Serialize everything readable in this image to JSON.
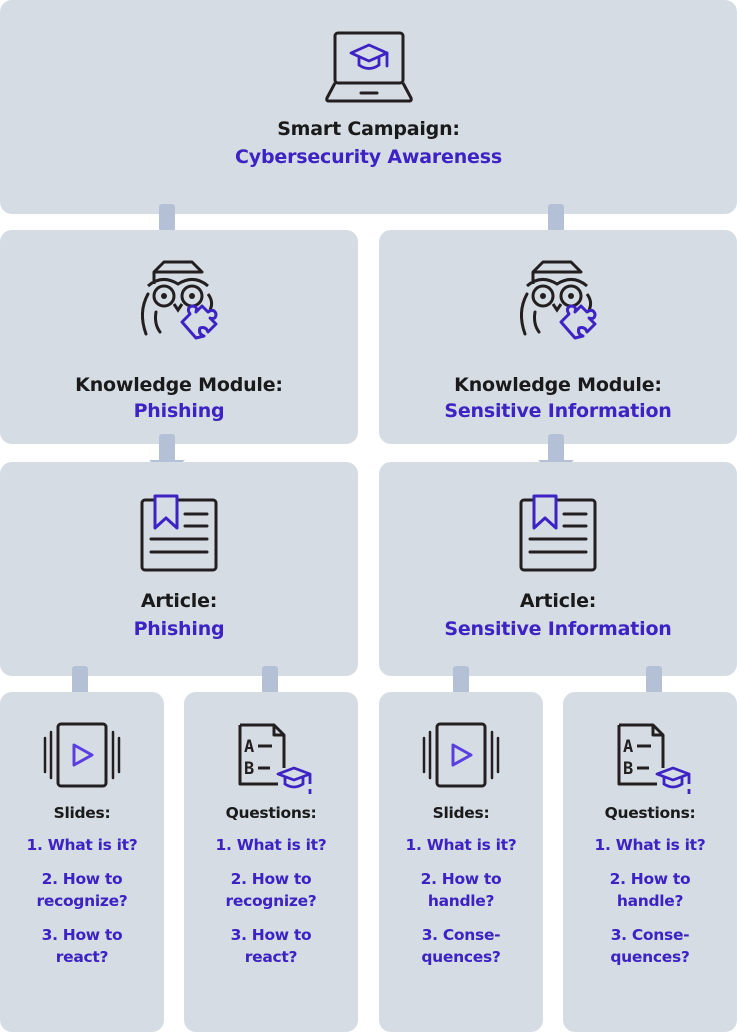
{
  "colors": {
    "box_bg": "#d5dce4",
    "arrow": "#b4c0d6",
    "accent": "#3d22c4",
    "text": "#1a1a1a"
  },
  "campaign": {
    "icon": "laptop-graduation-cap-icon",
    "title": "Smart Campaign:",
    "subtitle": "Cybersecurity Awareness"
  },
  "modules": [
    {
      "icon": "owl-puzzle-icon",
      "title": "Knowledge Module:",
      "subtitle": "Phishing",
      "article": {
        "icon": "article-bookmark-icon",
        "title": "Article:",
        "subtitle": "Phishing"
      },
      "slides": {
        "icon": "slides-play-icon",
        "title": "Slides:",
        "items": [
          "1. What is it?",
          "2. How to recognize?",
          "3. How to react?"
        ]
      },
      "questions": {
        "icon": "quiz-graduation-cap-icon",
        "title": "Questions:",
        "items": [
          "1. What is it?",
          "2. How to recognize?",
          "3. How to react?"
        ]
      }
    },
    {
      "icon": "owl-puzzle-icon",
      "title": "Knowledge Module:",
      "subtitle": "Sensitive Information",
      "article": {
        "icon": "article-bookmark-icon",
        "title": "Article:",
        "subtitle": "Sensitive Information"
      },
      "slides": {
        "icon": "slides-play-icon",
        "title": "Slides:",
        "items": [
          "1. What is it?",
          "2. How to handle?",
          "3. Conse-quences?"
        ]
      },
      "questions": {
        "icon": "quiz-graduation-cap-icon",
        "title": "Questions:",
        "items": [
          "1. What is it?",
          "2. How to handle?",
          "3. Conse-quences?"
        ]
      }
    }
  ]
}
